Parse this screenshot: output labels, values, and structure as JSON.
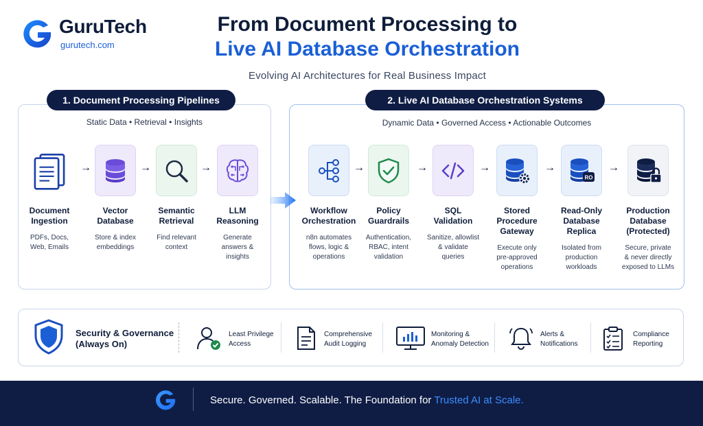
{
  "brand": {
    "name": "GuruTech",
    "url": "gurutech.com"
  },
  "header": {
    "title_line1": "From Document Processing to",
    "title_line2": "Live AI Database Orchestration",
    "subtitle": "Evolving AI Architectures for Real Business Impact"
  },
  "left_panel": {
    "heading": "1. Document Processing Pipelines",
    "tagline": "Static Data • Retrieval • Insights",
    "stages": [
      {
        "icon": "document-icon",
        "title": [
          "Document",
          "Ingestion"
        ],
        "desc": [
          "PDFs, Docs,",
          "Web, Emails"
        ]
      },
      {
        "icon": "database-icon",
        "title": [
          "Vector",
          "Database"
        ],
        "desc": [
          "Store & index",
          "embeddings"
        ]
      },
      {
        "icon": "search-icon",
        "title": [
          "Semantic",
          "Retrieval"
        ],
        "desc": [
          "Find relevant",
          "context"
        ]
      },
      {
        "icon": "brain-icon",
        "title": [
          "LLM",
          "Reasoning"
        ],
        "desc": [
          "Generate",
          "answers &",
          "insights"
        ]
      }
    ]
  },
  "right_panel": {
    "heading": "2. Live AI Database Orchestration Systems",
    "tagline": "Dynamic Data • Governed Access • Actionable Outcomes",
    "stages": [
      {
        "icon": "workflow-icon",
        "title": [
          "Workflow",
          "Orchestration"
        ],
        "desc": [
          "n8n automates",
          "flows, logic &",
          "operations"
        ]
      },
      {
        "icon": "shield-check-icon",
        "title": [
          "Policy",
          "Guardrails"
        ],
        "desc": [
          "Authentication,",
          "RBAC, intent",
          "validation"
        ]
      },
      {
        "icon": "code-icon",
        "title": [
          "SQL",
          "Validation"
        ],
        "desc": [
          "Sanitize, allowlist",
          "& validate",
          "queries"
        ]
      },
      {
        "icon": "database-gear-icon",
        "title": [
          "Stored",
          "Procedure",
          "Gateway"
        ],
        "desc": [
          "Execute only",
          "pre-approved",
          "operations"
        ]
      },
      {
        "icon": "database-ro-icon",
        "title": [
          "Read-Only",
          "Database",
          "Replica"
        ],
        "desc": [
          "Isolated from",
          "production",
          "workloads"
        ],
        "badge": "RO"
      },
      {
        "icon": "database-lock-icon",
        "title": [
          "Production",
          "Database",
          "(Protected)"
        ],
        "desc": [
          "Secure, private",
          "& never directly",
          "exposed to LLMs"
        ]
      }
    ]
  },
  "governance": {
    "title": [
      "Security & Governance",
      "(Always On)"
    ],
    "items": [
      {
        "icon": "user-check-icon",
        "label": [
          "Least Privilege",
          "Access"
        ]
      },
      {
        "icon": "audit-log-icon",
        "label": [
          "Comprehensive",
          "Audit Logging"
        ]
      },
      {
        "icon": "monitor-chart-icon",
        "label": [
          "Monitoring &",
          "Anomaly Detection"
        ]
      },
      {
        "icon": "bell-icon",
        "label": [
          "Alerts &",
          "Notifications"
        ]
      },
      {
        "icon": "clipboard-check-icon",
        "label": [
          "Compliance",
          "Reporting"
        ]
      }
    ]
  },
  "footer": {
    "text": "Secure. Governed. Scalable. The Foundation for ",
    "highlight": "Trusted AI at Scale."
  },
  "colors": {
    "navy": "#0f1d45",
    "accent": "#1a5fd6",
    "highlight": "#3b8dff"
  }
}
